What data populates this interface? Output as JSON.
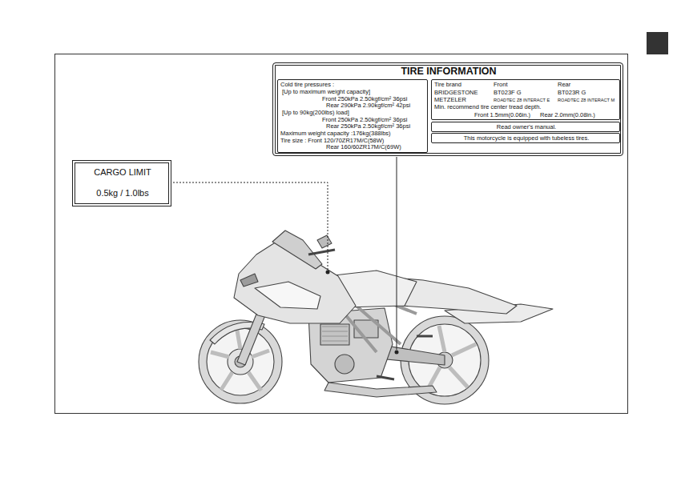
{
  "diagram": {
    "nodes": [
      {
        "text": [
          "TIRE INFORMATION"
        ]
      },
      {
        "text": [
          "Cold tire pressures :",
          "[Up to maximum weight capacity]",
          "Front 250kPa 2.50kgf/cm² 36psi",
          "Rear 290kPa 2.90kgf/cm² 42psi",
          "[Up to 90kg(200lbs) load]",
          "Front 250kPa 2.50kgf/cm² 36psi",
          "Rear 250kPa 2.50kgf/cm² 36psi",
          "Maximum weight capacity :176kg(388lbs)",
          "Tire size : Front 120/70ZR17M/C(58W)",
          "Rear 160/60ZR17M/C(69W)"
        ],
        "in": 0
      },
      {
        "text": [
          "Tire brand",
          "Front",
          "Rear",
          "BRIDGESTONE",
          "BT023F G",
          "BT023R G",
          "METZELER",
          "ROADTEC Z8 INTERACT E",
          "ROADTEC Z8 INTERACT M",
          "Min. recommend tire center tread depth.",
          "Front 1.5mm(0.06in.)",
          "Rear 2.0mm(0.08in.)"
        ],
        "in": 0
      },
      {
        "text": [
          "Read owner's manual."
        ],
        "in": 0
      },
      {
        "text": [
          "This motorcycle is equipped with tubeless tires."
        ],
        "in": 0
      },
      {
        "text": [
          "CARGO LIMIT",
          "0.5kg / 1.0lbs"
        ]
      }
    ]
  }
}
